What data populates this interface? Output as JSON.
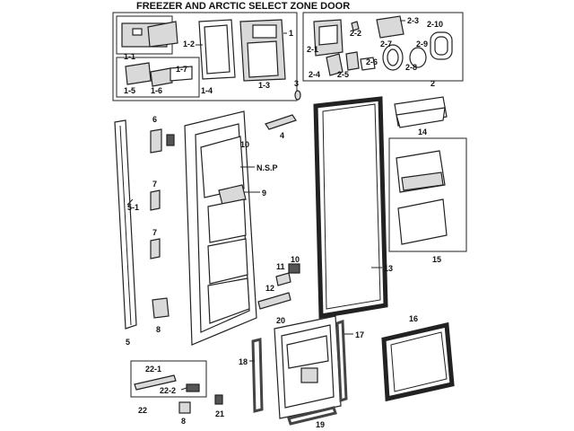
{
  "title": "FREEZER AND ARCTIC SELECT ZONE DOOR",
  "labels": {
    "p1": "1",
    "p1_1": "1-1",
    "p1_2": "1-2",
    "p1_3": "1-3",
    "p1_4": "1-4",
    "p1_5": "1-5",
    "p1_6": "1-6",
    "p1_7": "1-7",
    "p2": "2",
    "p2_1": "2-1",
    "p2_2": "2-2",
    "p2_3": "2-3",
    "p2_4": "2-4",
    "p2_5": "2-5",
    "p2_6": "2-6",
    "p2_7": "2-7",
    "p2_8": "2-8",
    "p2_9": "2-9",
    "p2_10": "2-10",
    "p3": "3",
    "p4": "4",
    "p5": "5",
    "p5_1": "5-1",
    "p6": "6",
    "p7a": "7",
    "p7b": "7",
    "p8a": "8",
    "p8b": "8",
    "p9": "9",
    "p10": "10",
    "p11": "11",
    "p12": "12",
    "p13": "13",
    "p14": "14",
    "p15": "15",
    "p16": "16",
    "p17": "17",
    "p18": "18",
    "p19": "19",
    "p20": "20",
    "p21": "21",
    "p22": "22",
    "p22_1": "22-1",
    "p22_2": "22-2",
    "nsp": "N.S.P"
  }
}
